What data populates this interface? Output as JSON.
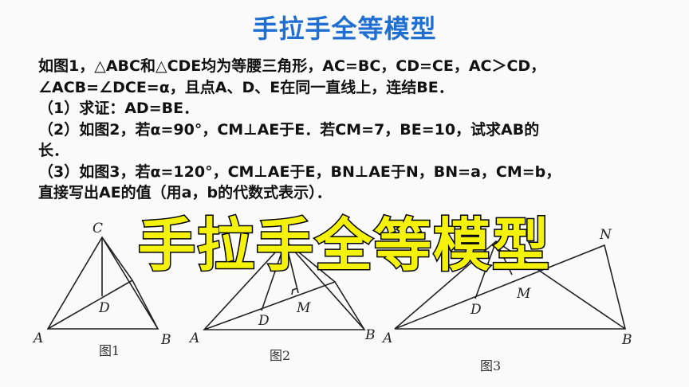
{
  "title": "手拉手全等模型",
  "problem": {
    "lines": [
      "如图1，△ABC和△CDE均为等腰三角形，AC=BC，CD=CE，AC＞CD，",
      "∠ACB=∠DCE=α，且点A、D、E在同一直线上，连结BE．",
      "（1）求证：AD=BE．",
      "（2）如图2，若α=90°，CM⊥AE于E．若CM=7，BE=10，试求AB的",
      "长．",
      "（3）如图3，若α=120°，CM⊥AE于E，BN⊥AE于N，BN=a，CM=b，",
      "直接写出AE的值（用a，b的代数式表示）．"
    ]
  },
  "figures": [
    {
      "caption": "图1",
      "labels": {
        "A": "A",
        "B": "B",
        "C": "C",
        "D": "D"
      }
    },
    {
      "caption": "图2",
      "labels": {
        "A": "A",
        "B": "B",
        "D": "D",
        "M": "M"
      }
    },
    {
      "caption": "图3",
      "labels": {
        "A": "A",
        "B": "B",
        "D": "D",
        "M": "M",
        "N": "N"
      }
    }
  ],
  "overlay_text": "手拉手全等模型",
  "colors": {
    "title": "#1f6fd2",
    "overlay_fill": "#f4f20a",
    "overlay_stroke": "#000000"
  }
}
